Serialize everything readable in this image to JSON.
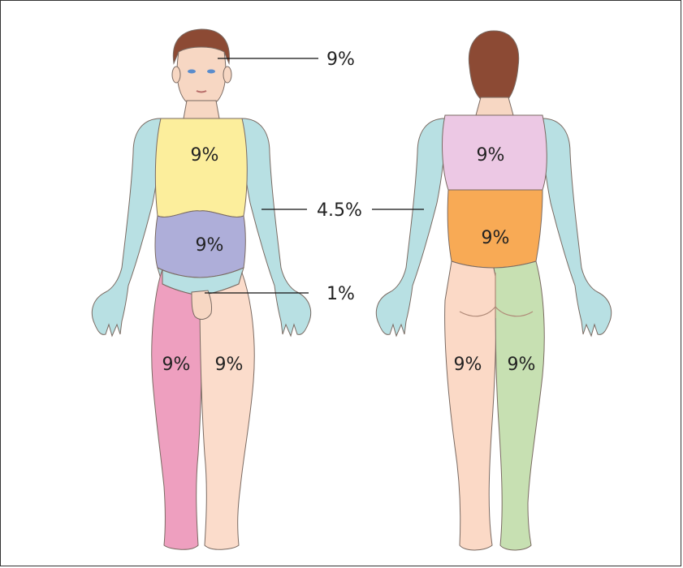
{
  "colors": {
    "arms": "#b8e0e3",
    "chest_front": "#fcee9c",
    "abdomen_front": "#aeaed9",
    "leg_right_front": "#ee9fbf",
    "leg_left_front": "#fbdccb",
    "back_upper": "#ecc8e4",
    "back_lower": "#f8aa55",
    "leg_back_left": "#fbd9c6",
    "leg_back_right": "#c7e0b2",
    "skin": "#f7d7c3",
    "hair": "#8c4a34"
  },
  "front": {
    "head_pct": "9%",
    "chest_pct": "9%",
    "abdomen_pct": "9%",
    "arm_pct": "4.5%",
    "genital_pct": "1%",
    "leg_right_pct": "9%",
    "leg_left_pct": "9%"
  },
  "back": {
    "upper_back_pct": "9%",
    "lower_back_pct": "9%",
    "leg_left_pct": "9%",
    "leg_right_pct": "9%"
  }
}
